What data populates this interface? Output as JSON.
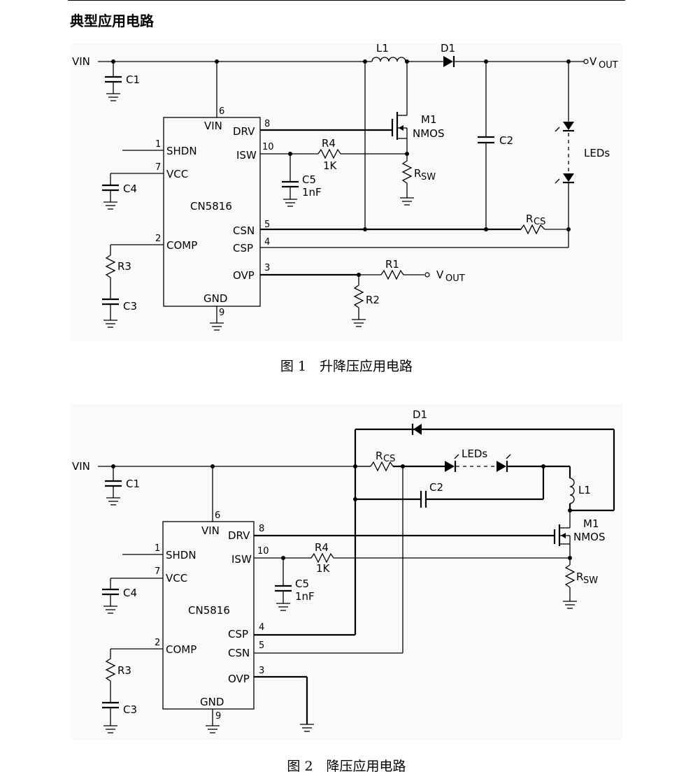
{
  "section_title": "典型应用电路",
  "figure1": {
    "caption": "图 1　升降压应用电路",
    "chip": {
      "name": "CN5816",
      "pins": {
        "vin": "VIN",
        "drv": "DRV",
        "isw": "ISW",
        "shdn": "SHDN",
        "vcc": "VCC",
        "csn": "CSN",
        "csp": "CSP",
        "comp": "COMP",
        "ovp": "OVP",
        "gnd": "GND"
      },
      "pin_numbers": {
        "vin": "6",
        "drv": "8",
        "isw": "10",
        "shdn": "1",
        "vcc": "7",
        "csn": "5",
        "csp": "4",
        "comp": "2",
        "ovp": "3",
        "gnd": "9"
      }
    },
    "labels": {
      "vin": "VIN",
      "c1": "C1",
      "c2": "C2",
      "c3": "C3",
      "c4": "C4",
      "c5": "C5",
      "c5_val": "1nF",
      "r1": "R1",
      "r2": "R2",
      "r3": "R3",
      "r4": "R4",
      "r4_val": "1K",
      "rsw": "R",
      "rsw_sub": "SW",
      "rcs": "R",
      "rcs_sub": "CS",
      "l1": "L1",
      "d1": "D1",
      "m1": "M1",
      "nmos": "NMOS",
      "leds": "LEDs",
      "vout": "V",
      "vout_sub": "OUT"
    }
  },
  "figure2": {
    "caption": "图 2　降压应用电路",
    "chip": {
      "name": "CN5816",
      "pins": {
        "vin": "VIN",
        "drv": "DRV",
        "isw": "ISW",
        "shdn": "SHDN",
        "vcc": "VCC",
        "csp": "CSP",
        "csn": "CSN",
        "comp": "COMP",
        "ovp": "OVP",
        "gnd": "GND"
      },
      "pin_numbers": {
        "vin": "6",
        "drv": "8",
        "isw": "10",
        "shdn": "1",
        "vcc": "7",
        "csp": "4",
        "csn": "5",
        "comp": "2",
        "ovp": "3",
        "gnd": "9"
      }
    },
    "labels": {
      "vin": "VIN",
      "c1": "C1",
      "c2": "C2",
      "c3": "C3",
      "c4": "C4",
      "c5": "C5",
      "c5_val": "1nF",
      "r3": "R3",
      "r4": "R4",
      "r4_val": "1K",
      "rsw": "R",
      "rsw_sub": "SW",
      "rcs": "R",
      "rcs_sub": "CS",
      "l1": "L1",
      "d1": "D1",
      "m1": "M1",
      "nmos": "NMOS",
      "leds": "LEDs"
    }
  }
}
